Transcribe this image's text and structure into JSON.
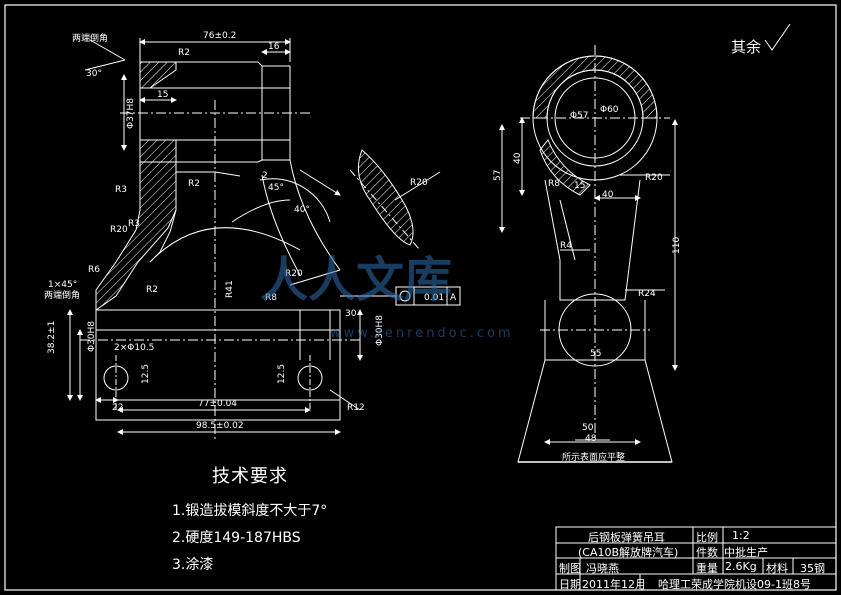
{
  "notes": {
    "title": "技术要求",
    "items": [
      "1.锻造拔模斜度不大于7°",
      "2.硬度149-187HBS",
      "3.涂漆"
    ],
    "qita": "其余"
  },
  "dims": {
    "d76": "76±0.2",
    "d16": "16",
    "d15": "15",
    "r2a": "R2",
    "r2b": "R2",
    "r2c": "R2",
    "r3a": "R3",
    "r3b": "R3",
    "r20a": "R20",
    "r6": "R6",
    "d37": "Φ37H8",
    "d30a": "Φ30H8",
    "d30b": "Φ30H8",
    "d38": "38.2±1",
    "d10": "2×Φ10.5",
    "d77": "77±0.04",
    "d98": "98.5±0.02",
    "d2": "2",
    "d45": "45°",
    "d40deg": "40°",
    "r41": "R41",
    "r20b": "R20",
    "r8": "R8",
    "r12": "R12",
    "d22": "22",
    "d30c": "30",
    "d30deg": "30°",
    "chamfer": "1×45°",
    "both_ends": "两端倒角",
    "both_ends2": "两端倒角",
    "tol": "0.01",
    "tol_ref": "A",
    "d12a": "12.5",
    "d12b": "12.5",
    "r20c": "R20",
    "d57": "Φ57",
    "d60": "Φ60",
    "d40a": "40",
    "d57l": "57",
    "d40b": "40",
    "d110": "110",
    "r24": "R24",
    "r8b": "R8",
    "r4": "R4",
    "d48": "48",
    "d50": "50",
    "d55": "55",
    "d15b": "15",
    "base_note": "所示表面应平整"
  },
  "titleblock": {
    "name": "后钢板弹簧吊耳",
    "model": "(CA10B解放牌汽车)",
    "scale_label": "比例",
    "scale": "1:2",
    "qty_label": "件数",
    "qty": "中批生产",
    "draw_label": "制图",
    "drawer": "冯晓燕",
    "weight_label": "重量",
    "weight": "2.6Kg",
    "material_label": "材料",
    "material": "35钢",
    "date_label": "日期",
    "date": "2011年12月",
    "school": "哈理工荣成学院机设09-1班8号"
  },
  "watermark": {
    "text": "人人文库",
    "url": "www.renrendoc.com"
  }
}
